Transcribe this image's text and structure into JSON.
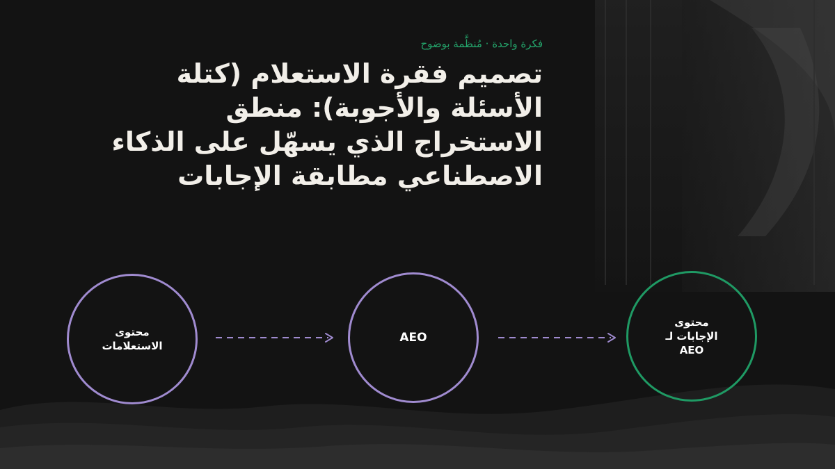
{
  "header": {
    "kicker": "فكرة واحدة · مُنظَّمة بوضوح",
    "title_lines": [
      "تصميم فقرة الاستعلام (كتلة",
      "الأسئلة والأجوبة): منطق",
      "الاستخراج الذي يسهّل على الذكاء",
      "الاصطناعي مطابقة الإجابات"
    ]
  },
  "flow": {
    "nodes": [
      {
        "lines": [
          "محتوى",
          "الاستعلامات"
        ]
      },
      {
        "lines": [
          "AEO"
        ]
      },
      {
        "lines": [
          "محتوى",
          "الإجابات لـ",
          "AEO"
        ]
      }
    ]
  },
  "colors": {
    "background": "#131313",
    "accent_green": "#24a66c",
    "node_purple": "#a08bd0",
    "node_green": "#1f9a64",
    "title_text": "#f2efe9"
  }
}
